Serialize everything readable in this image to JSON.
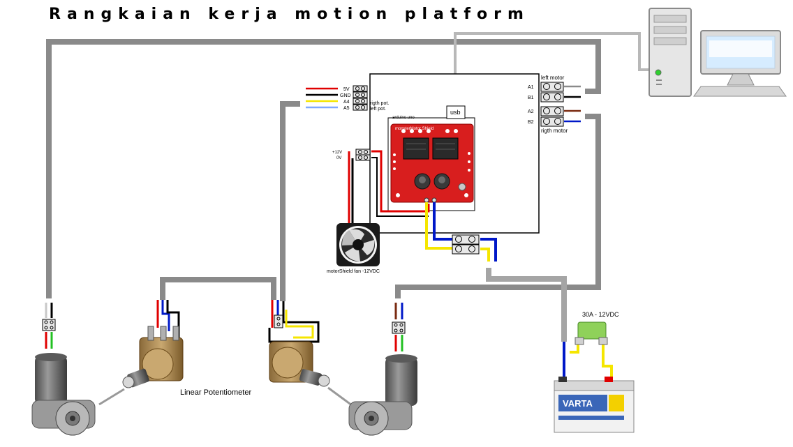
{
  "title": "Rangkaian kerja motion platform",
  "labels": {
    "v5": "5V",
    "gnd": "GND",
    "a4": "A4",
    "a5": "A5",
    "right_pot": "rigth pot.",
    "left_pot": "left pot.",
    "usb": "usb",
    "arduino": "arduino uno",
    "shield": "monsterMotor Shield",
    "plus12v": "+12V",
    "zero_v": "0V",
    "left_motor": "left motor",
    "right_motor": "rigth motor",
    "a1": "A1",
    "b1": "B1",
    "a2": "A2",
    "b2": "B2",
    "fan": "motorShield fan -12VDC",
    "linear_pot": "Linear Potentiometer",
    "fuse": "30A - 12VDC",
    "battery_brand": "VARTA"
  },
  "colors": {
    "cable": "#8a8a8a",
    "usb_cable": "#b8b8b8",
    "red": "#e00000",
    "blue": "#0018c8",
    "yellow": "#f5e600",
    "green": "#22c022",
    "brown": "#7a2a10",
    "board": "#d81e1e",
    "fuse": "#8fd15a",
    "battery": "#3a66b8"
  }
}
